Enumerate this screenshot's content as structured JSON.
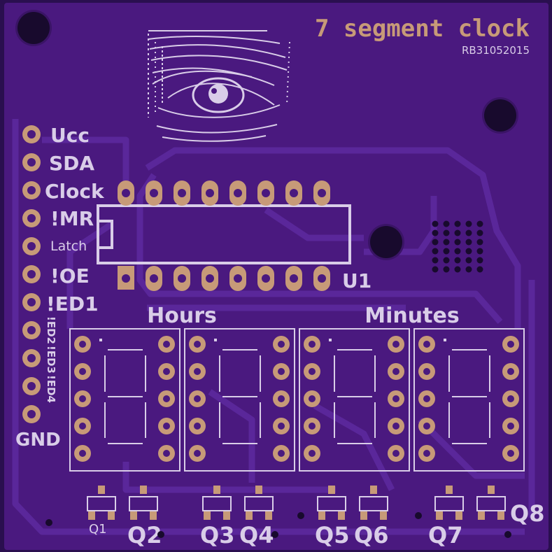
{
  "board": {
    "title": "7 segment clock",
    "revision": "RB31052015",
    "colors": {
      "substrate": "#4a197f",
      "trace": "#5a279a",
      "silkscreen": "#d9cde8",
      "copper": "#c79a78",
      "via": "#180a2d"
    },
    "logo": "eye-artwork"
  },
  "header_pins": [
    "Ucc",
    "SDA",
    "Clock",
    "!MR",
    "Latch",
    "!OE",
    "!ED1",
    "!ED2",
    "!ED3",
    "!ED4",
    "GND"
  ],
  "ic": {
    "ref": "U1",
    "pin_count": 16
  },
  "display_groups": {
    "hours": "Hours",
    "minutes": "Minutes",
    "digit_count": 4
  },
  "transistors": [
    "Q1",
    "Q2",
    "Q3",
    "Q4",
    "Q5",
    "Q6",
    "Q7",
    "Q8"
  ]
}
